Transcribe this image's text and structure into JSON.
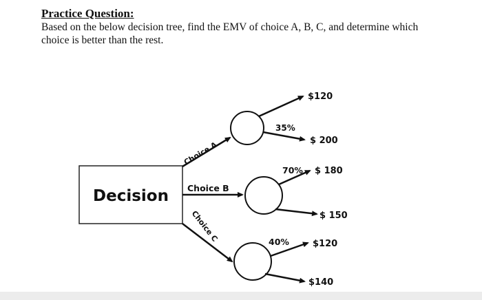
{
  "heading": "Practice Question:",
  "question": "Based on the below decision tree, find the EMV of choice A, B, C, and determine which choice is better than the rest.",
  "tree": {
    "root_label": "Decision",
    "choices": [
      {
        "label": "Choice A",
        "outcomes": [
          {
            "probability": "",
            "value": "$120"
          },
          {
            "probability": "35%",
            "value": "$ 200"
          }
        ]
      },
      {
        "label": "Choice B",
        "outcomes": [
          {
            "probability": "70%",
            "value": "$ 180"
          },
          {
            "probability": "",
            "value": "$ 150"
          }
        ]
      },
      {
        "label": "Choice C",
        "outcomes": [
          {
            "probability": "40%",
            "value": "$120"
          },
          {
            "probability": "",
            "value": "$140"
          }
        ]
      }
    ]
  }
}
